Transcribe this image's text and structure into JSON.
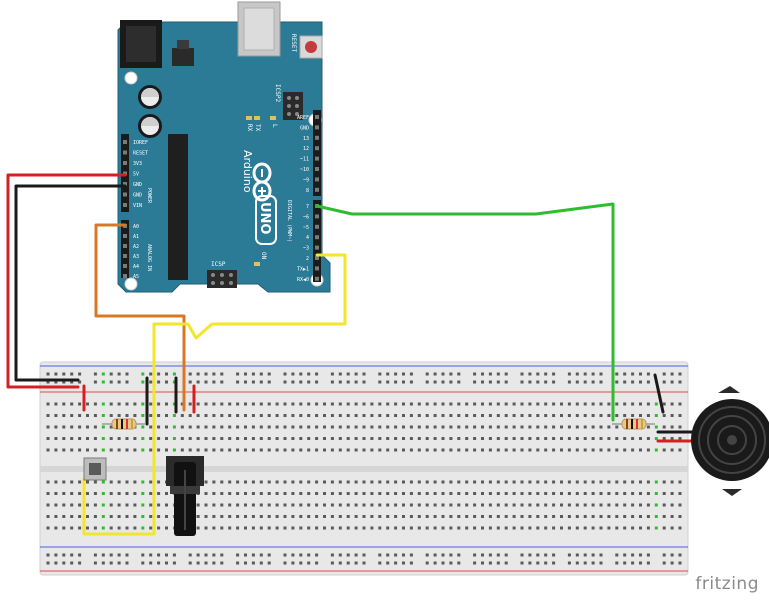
{
  "board": {
    "brand_text": "Arduino",
    "model_text": "UNO",
    "reset_label": "RESET",
    "icsp2_label": "ICSP2",
    "icsp_label": "ICSP",
    "on_label": "ON",
    "l_label": "L",
    "tx_label": "TX",
    "rx_label": "RX",
    "aref_label": "AREF",
    "power_group_label": "POWER",
    "analog_group_label": "ANALOG IN",
    "digital_group_label": "DIGITAL (PWM~)",
    "power_pins": [
      "IOREF",
      "RESET",
      "3V3",
      "5V",
      "GND",
      "GND",
      "VIN"
    ],
    "analog_pins": [
      "A0",
      "A1",
      "A2",
      "A3",
      "A4",
      "A5"
    ],
    "digital_pins_upper": [
      "AREF",
      "GND",
      "13",
      "12",
      "~11",
      "~10",
      "~9",
      "8"
    ],
    "digital_pins_lower": [
      "7",
      "~6",
      "~5",
      "4",
      "~3",
      "2",
      "TX▶1",
      "RX◀0"
    ]
  },
  "colors": {
    "board": "#2b7a96",
    "wire_red": "#d42020",
    "wire_black": "#1a1a1a",
    "wire_green": "#2ebd2e",
    "wire_yellow": "#f2e62a",
    "wire_orange": "#d97824",
    "breadboard": "#e8e8e8",
    "rail_red": "#e04a4a",
    "rail_blue": "#4a5fe0"
  },
  "components": {
    "buzzer_icon": "piezo-buzzer",
    "potentiometer_icon": "rotary-potentiometer",
    "button_icon": "pushbutton",
    "resistor_icon": "resistor"
  },
  "footer": {
    "brand": "fritzing"
  }
}
